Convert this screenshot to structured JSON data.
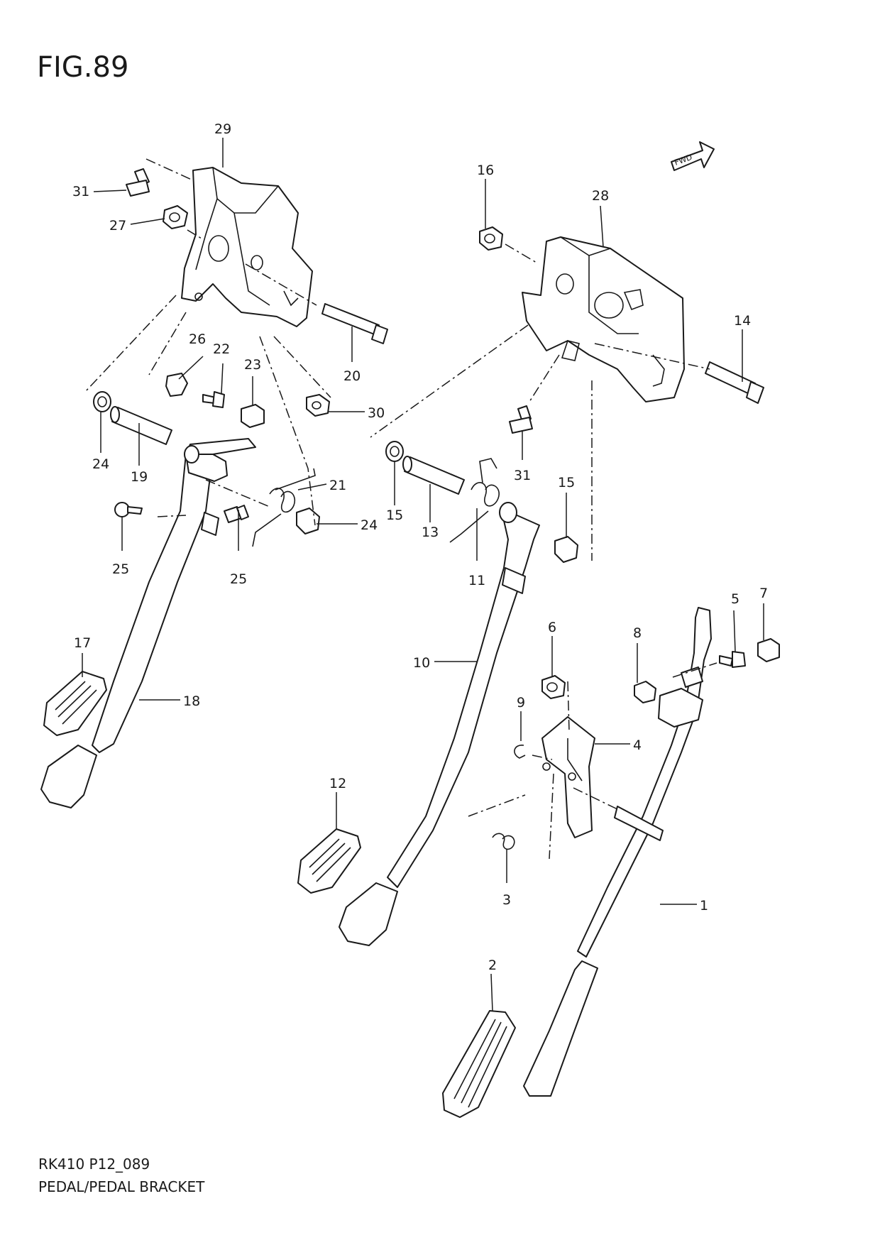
{
  "figure": {
    "title": "FIG.89",
    "fwd_badge": "FWD"
  },
  "footer": {
    "code": "RK410 P12_089",
    "name": "PEDAL/PEDAL BRACKET"
  },
  "callouts": [
    "1",
    "2",
    "3",
    "4",
    "5",
    "6",
    "7",
    "8",
    "9",
    "10",
    "11",
    "12",
    "13",
    "14",
    "15",
    "16",
    "17",
    "18",
    "19",
    "20",
    "21",
    "22",
    "23",
    "24",
    "25",
    "26",
    "27",
    "28",
    "29",
    "30",
    "31"
  ],
  "icons": {
    "fwd": "fwd-arrow-icon"
  }
}
